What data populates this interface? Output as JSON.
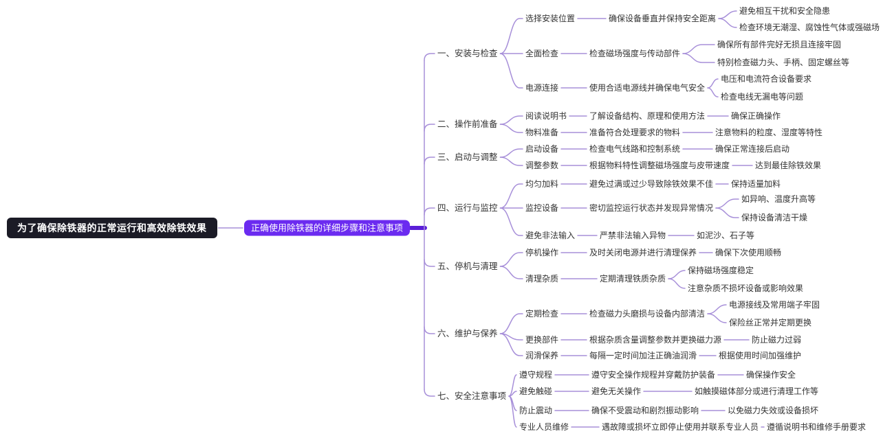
{
  "colors": {
    "root_bg": "#1b1b26",
    "hub_bg": "#6b2bf0",
    "stub": "#5b1fd8",
    "line": "#a78fd9",
    "text": "#333333"
  },
  "root": {
    "text": "为了确保除铁器的正常运行和高效除铁效果"
  },
  "hub": {
    "text": "正确使用除铁器的详细步骤和注意事项"
  },
  "branches": [
    {
      "label": "一、安装与检查",
      "children": [
        {
          "text": "选择安装位置",
          "children": [
            {
              "text": "确保设备垂直并保持安全距离",
              "children": [
                {
                  "text": "避免相互干扰和安全隐患"
                },
                {
                  "text": "检查环境无潮湿、腐蚀性气体或强磁场"
                }
              ]
            }
          ]
        },
        {
          "text": "全面检查",
          "children": [
            {
              "text": "检查磁场强度与传动部件",
              "children": [
                {
                  "text": "确保所有部件完好无损且连接牢固"
                },
                {
                  "text": "特别检查磁力头、手柄、固定螺丝等"
                }
              ]
            }
          ]
        },
        {
          "text": "电源连接",
          "children": [
            {
              "text": "使用合适电源线并确保电气安全",
              "children": [
                {
                  "text": "电压和电流符合设备要求"
                },
                {
                  "text": "检查电线无漏电等问题"
                }
              ]
            }
          ]
        }
      ]
    },
    {
      "label": "二、操作前准备",
      "children": [
        {
          "text": "阅读说明书",
          "children": [
            {
              "text": "了解设备结构、原理和使用方法",
              "children": [
                {
                  "text": "确保正确操作"
                }
              ]
            }
          ]
        },
        {
          "text": "物料准备",
          "children": [
            {
              "text": "准备符合处理要求的物料",
              "children": [
                {
                  "text": "注意物料的粒度、湿度等特性"
                }
              ]
            }
          ]
        }
      ]
    },
    {
      "label": "三、启动与调整",
      "children": [
        {
          "text": "启动设备",
          "children": [
            {
              "text": "检查电气线路和控制系统",
              "children": [
                {
                  "text": "确保正常连接后启动"
                }
              ]
            }
          ]
        },
        {
          "text": "调整参数",
          "children": [
            {
              "text": "根据物料特性调整磁场强度与皮带速度",
              "children": [
                {
                  "text": "达到最佳除铁效果"
                }
              ]
            }
          ]
        }
      ]
    },
    {
      "label": "四、运行与监控",
      "children": [
        {
          "text": "均匀加料",
          "children": [
            {
              "text": "避免过满或过少导致除铁效果不佳",
              "children": [
                {
                  "text": "保持适量加料"
                }
              ]
            }
          ]
        },
        {
          "text": "监控设备",
          "children": [
            {
              "text": "密切监控运行状态并发现异常情况",
              "children": [
                {
                  "text": "如异响、温度升高等"
                },
                {
                  "text": "保持设备清洁干燥"
                }
              ]
            }
          ]
        },
        {
          "text": "避免非法输入",
          "children": [
            {
              "text": "严禁非法输入异物",
              "children": [
                {
                  "text": "如泥沙、石子等"
                }
              ]
            }
          ]
        }
      ]
    },
    {
      "label": "五、停机与清理",
      "children": [
        {
          "text": "停机操作",
          "children": [
            {
              "text": "及时关闭电源并进行清理保养",
              "children": [
                {
                  "text": "确保下次使用顺畅"
                }
              ]
            }
          ]
        },
        {
          "text": "清理杂质",
          "children": [
            {
              "text": "定期清理铁质杂质",
              "children": [
                {
                  "text": "保持磁场强度稳定"
                },
                {
                  "text": "注意杂质不损坏设备或影响效果"
                }
              ]
            }
          ]
        }
      ]
    },
    {
      "label": "六、维护与保养",
      "children": [
        {
          "text": "定期检查",
          "children": [
            {
              "text": "检查磁力头磨损与设备内部清洁",
              "children": [
                {
                  "text": "电源接线及常用端子牢固"
                },
                {
                  "text": "保险丝正常并定期更换"
                }
              ]
            }
          ]
        },
        {
          "text": "更换部件",
          "children": [
            {
              "text": "根据杂质含量调整参数并更换磁力源",
              "children": [
                {
                  "text": "防止磁力过弱"
                }
              ]
            }
          ]
        },
        {
          "text": "润滑保养",
          "children": [
            {
              "text": "每隔一定时间加注正确油润滑",
              "children": [
                {
                  "text": "根据使用时间加强维护"
                }
              ]
            }
          ]
        }
      ]
    },
    {
      "label": "七、安全注意事项",
      "children": [
        {
          "text": "遵守规程",
          "children": [
            {
              "text": "遵守安全操作规程并穿戴防护装备",
              "children": [
                {
                  "text": "确保操作安全"
                }
              ]
            }
          ]
        },
        {
          "text": "避免触碰",
          "children": [
            {
              "text": "避免无关操作",
              "children": [
                {
                  "text": "如触摸磁体部分或进行清理工作等"
                }
              ]
            }
          ]
        },
        {
          "text": "防止震动",
          "children": [
            {
              "text": "确保不受震动和剧烈振动影响",
              "children": [
                {
                  "text": "以免磁力失效或设备损坏"
                }
              ]
            }
          ]
        },
        {
          "text": "专业人员维修",
          "children": [
            {
              "text": "遇故障或损坏立即停止使用并联系专业人员",
              "children": [
                {
                  "text": "遵循说明书和维修手册要求"
                }
              ]
            }
          ]
        }
      ]
    }
  ]
}
